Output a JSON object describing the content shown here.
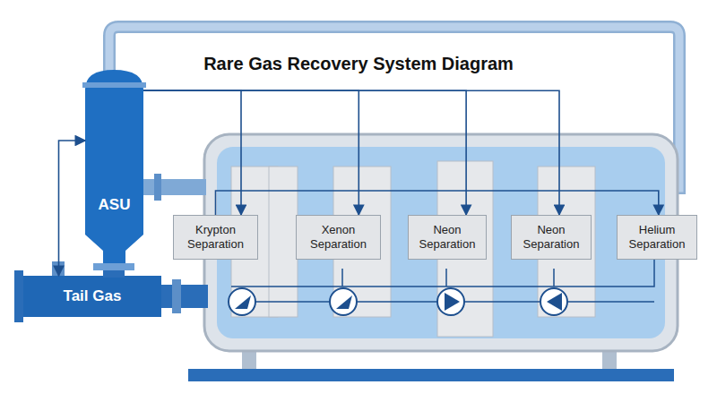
{
  "diagram": {
    "title": "Rare Gas Recovery System Diagram",
    "nodes": [
      {
        "text": [
          "ASU"
        ]
      },
      {
        "text": [
          "Tail Gas"
        ]
      },
      {
        "text": [
          "Krypton Separation"
        ]
      },
      {
        "text": [
          "Xenon Separation"
        ]
      },
      {
        "text": [
          "Neon Separation"
        ]
      },
      {
        "text": [
          "Neon Separation"
        ]
      },
      {
        "text": [
          "Helium Separation"
        ]
      }
    ],
    "edges": [
      {
        "from": 0,
        "to": 2,
        "arrow": "to"
      },
      {
        "from": 0,
        "to": 3,
        "arrow": "to"
      },
      {
        "from": 0,
        "to": 4,
        "arrow": "to"
      },
      {
        "from": 0,
        "to": 5,
        "arrow": "to"
      },
      {
        "from": 1,
        "to": 0,
        "arrow": "both"
      },
      {
        "from": 2,
        "to": 6,
        "arrow": "to"
      }
    ]
  }
}
